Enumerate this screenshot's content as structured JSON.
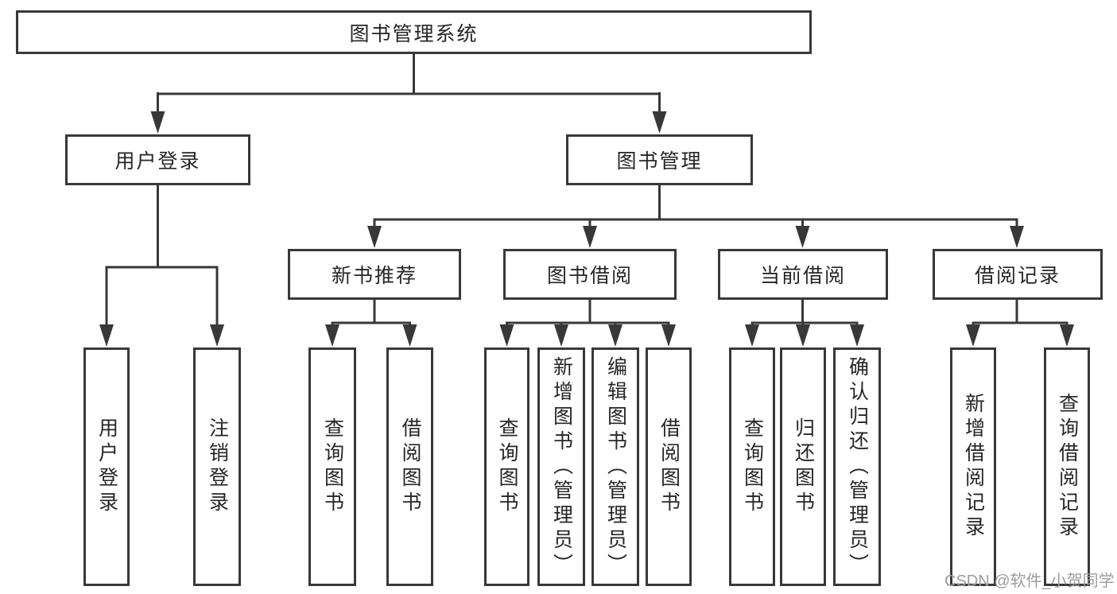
{
  "colors": {
    "line": "#383838",
    "box_border": "#383838",
    "box_fill": "#ffffff",
    "text": "#262626",
    "watermark": "#9c9c9c"
  },
  "tree": {
    "root": {
      "label": "图书管理系统",
      "children": [
        {
          "label": "用户登录",
          "children": [
            {
              "label": "用户登录"
            },
            {
              "label": "注销登录"
            }
          ]
        },
        {
          "label": "图书管理",
          "children": [
            {
              "label": "新书推荐",
              "children": [
                {
                  "label": "查询图书"
                },
                {
                  "label": "借阅图书"
                }
              ]
            },
            {
              "label": "图书借阅",
              "children": [
                {
                  "label": "查询图书"
                },
                {
                  "label": "新增图书（管理员）"
                },
                {
                  "label": "编辑图书（管理员）"
                },
                {
                  "label": "借阅图书"
                }
              ]
            },
            {
              "label": "当前借阅",
              "children": [
                {
                  "label": "查询图书"
                },
                {
                  "label": "归还图书"
                },
                {
                  "label": "确认归还（管理员）"
                }
              ]
            },
            {
              "label": "借阅记录",
              "children": [
                {
                  "label": "新增借阅记录"
                },
                {
                  "label": "查询借阅记录"
                }
              ]
            }
          ]
        }
      ]
    }
  },
  "watermark": {
    "text": "CSDN @软件_小贺同学"
  }
}
